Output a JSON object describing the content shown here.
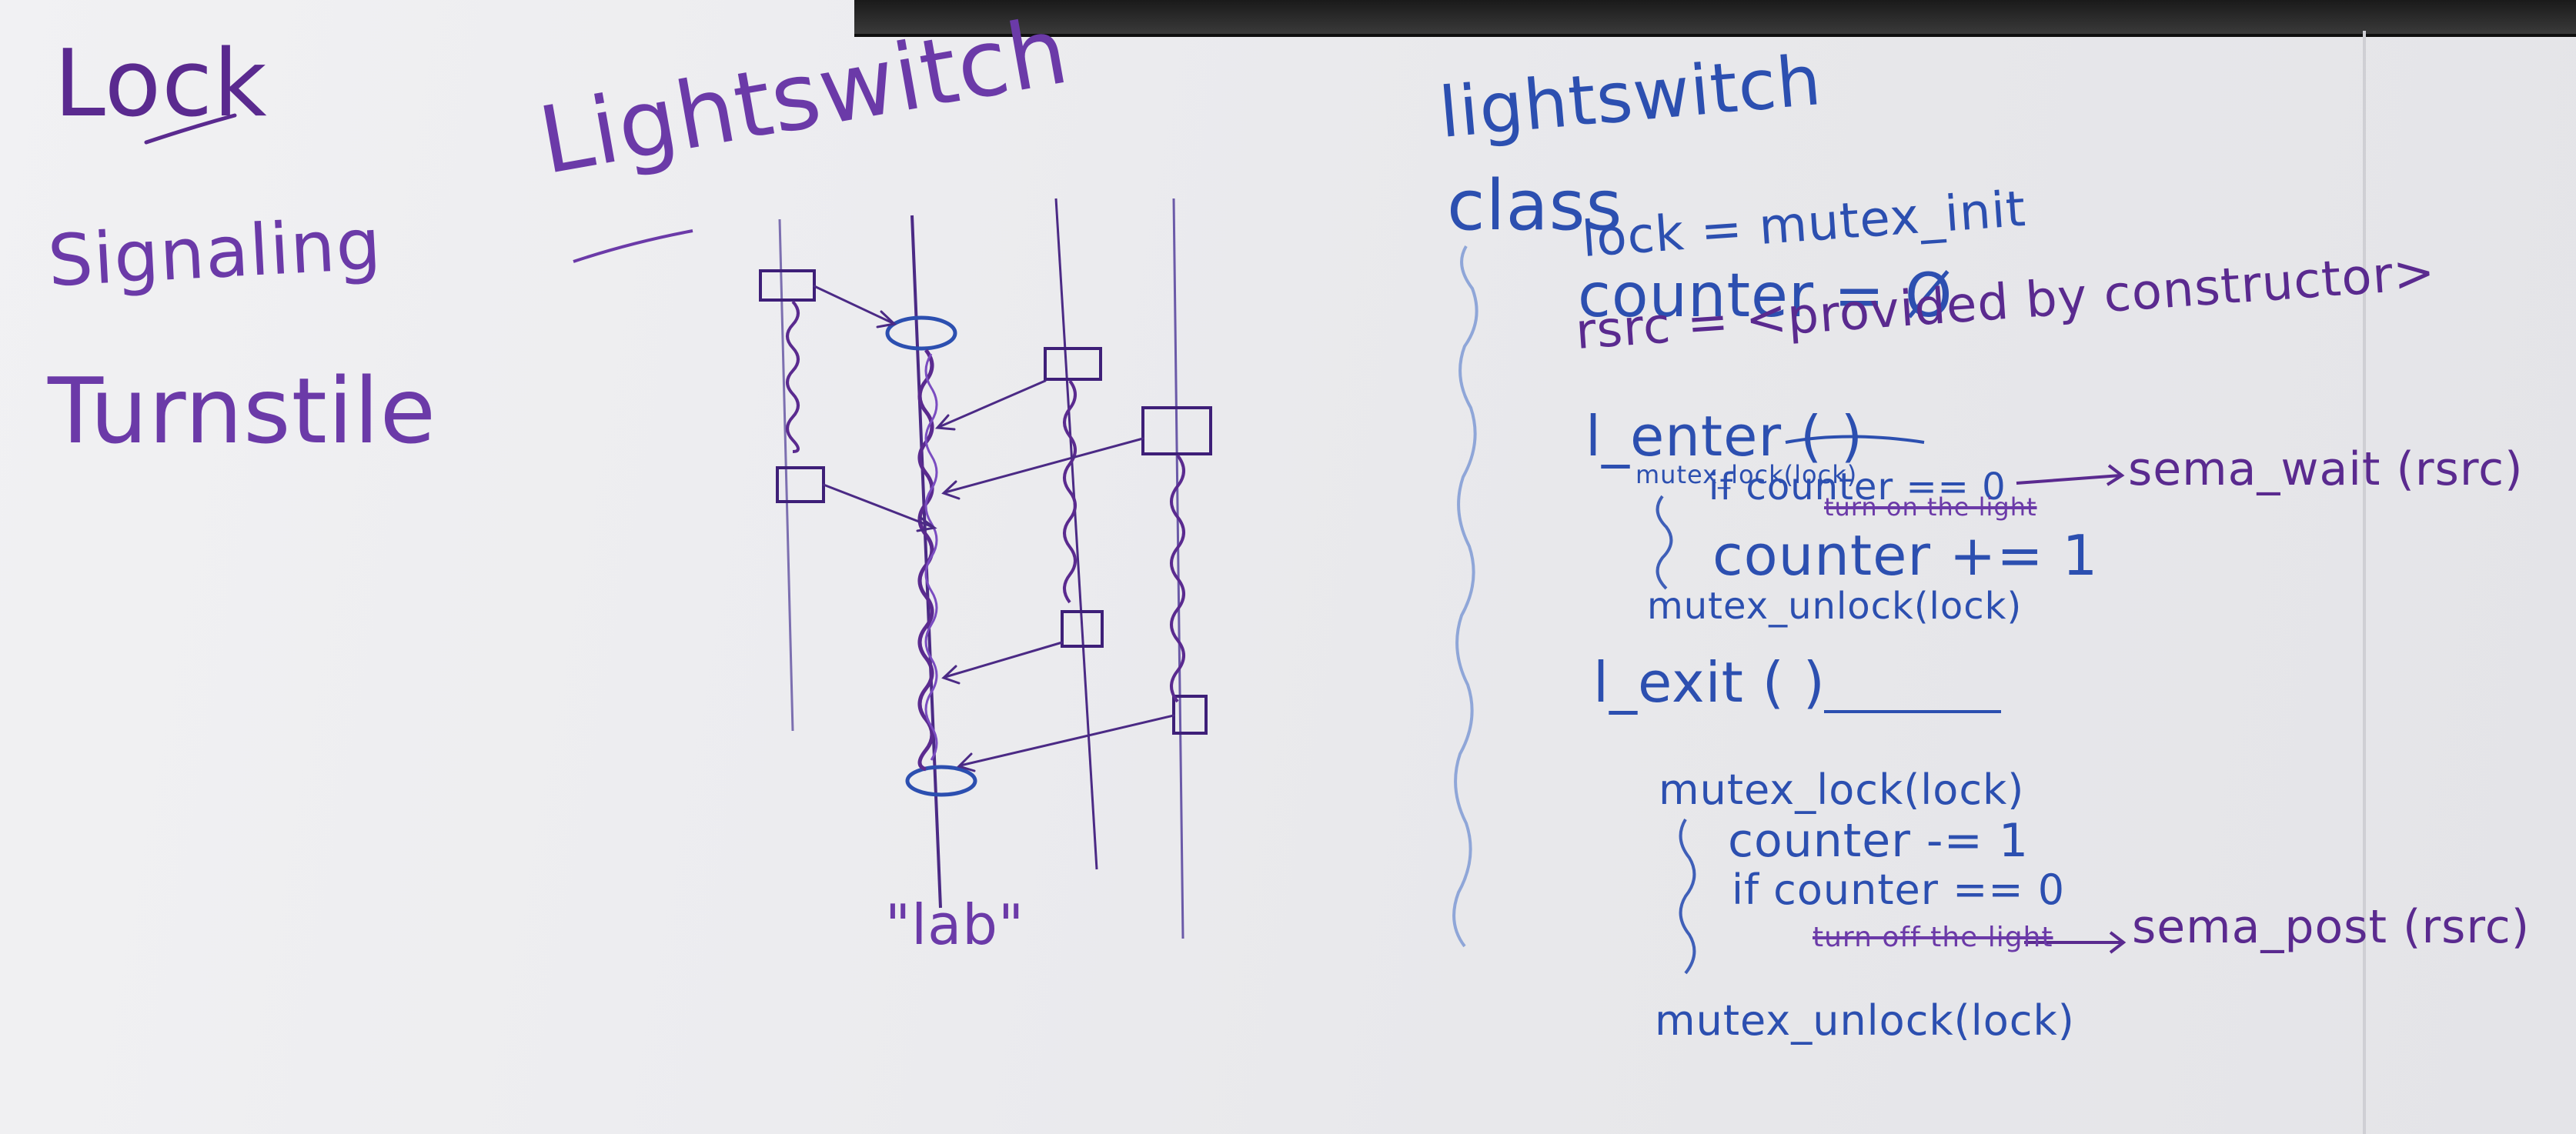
{
  "left_list": {
    "lock": "Lock",
    "signaling": "Signaling",
    "turnstile": "Turnstile"
  },
  "diagram": {
    "title": "Lightswitch",
    "caption": "\"lab\""
  },
  "code": {
    "heading": "lightswitch",
    "class_kw": "class",
    "lock_line": "lock = mutex_init",
    "counter_init": "counter = Ø",
    "rsrc_line": "rsrc = <provided by constructor>",
    "enter_sig": "l_enter (          )",
    "mutex_lock_small": "mutex_lock(lock)",
    "if_counter_zero": "if counter == 0",
    "turn_on_struck": "turn on the light",
    "sema_wait": "sema_wait (rsrc)",
    "counter_inc": "counter += 1",
    "mutex_unlock_1": "mutex_unlock(lock)",
    "exit_sig": "l_exit (          )",
    "mutex_lock_2": "mutex_lock(lock)",
    "counter_dec": "counter -= 1",
    "if_counter_zero_2": "if counter == 0",
    "turn_off_struck": "turn off the light",
    "sema_post": "sema_post (rsrc)",
    "mutex_unlock_2": "mutex_unlock(lock)"
  },
  "colors": {
    "marker_purple": "#5a2a8f",
    "marker_violet": "#6b3aa8",
    "marker_blue": "#2c4fb0",
    "board": "#ececef",
    "rail": "#2a2a2a"
  }
}
